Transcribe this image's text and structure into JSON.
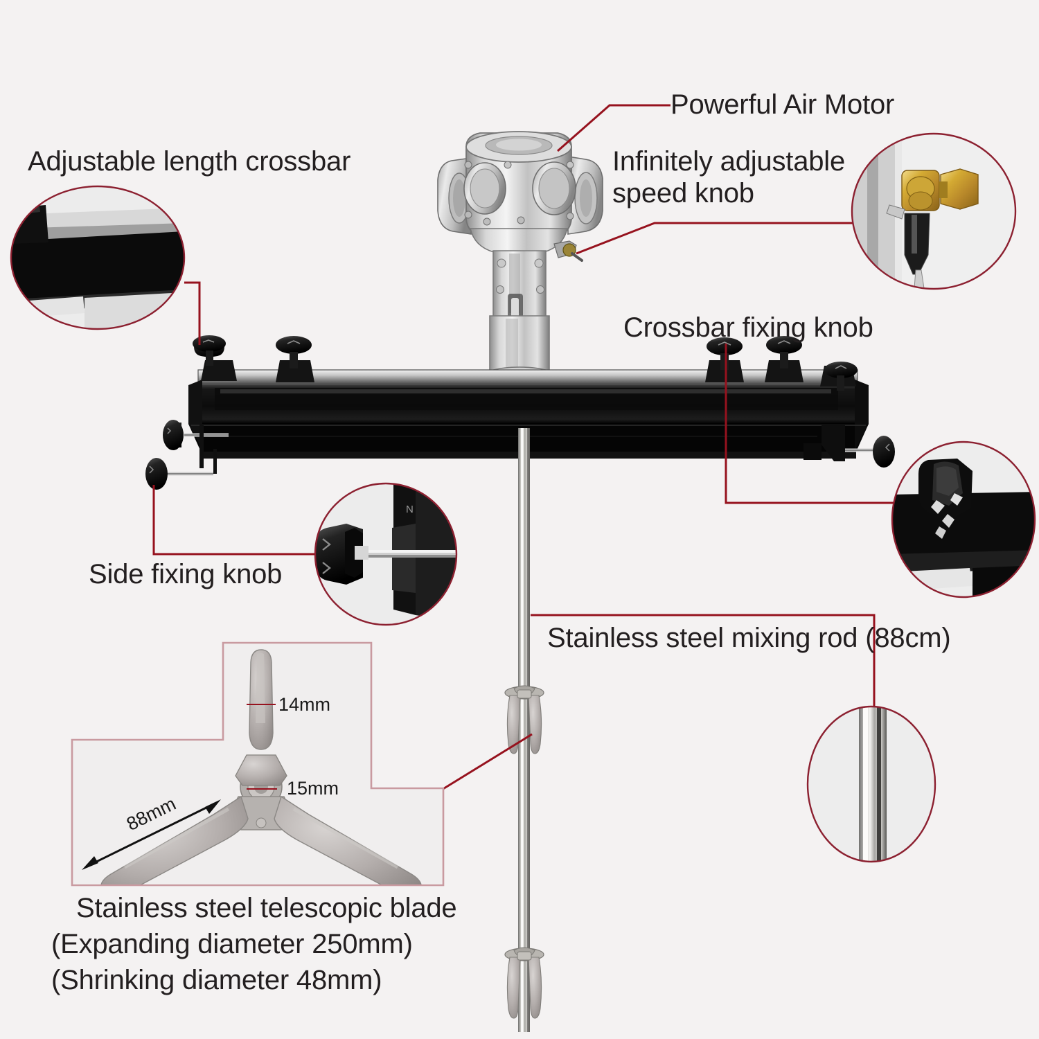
{
  "background_color": "#f4f2f2",
  "leader_color": "#96121e",
  "callout_border_color": "#c99aa0",
  "labels": {
    "adjustable_crossbar": "Adjustable length crossbar",
    "powerful_air_motor": "Powerful Air Motor",
    "speed_knob_line1": "Infinitely adjustable",
    "speed_knob_line2": "speed knob",
    "crossbar_fixing_knob": "Crossbar fixing knob",
    "side_fixing_knob": "Side fixing knob",
    "mixing_rod": "Stainless steel mixing rod (88cm)",
    "blade_line1": "Stainless steel telescopic blade",
    "blade_line2": "(Expanding diameter 250mm)",
    "blade_line3": "(Shrinking diameter 48mm)"
  },
  "dimensions": {
    "blade_width": "14mm",
    "hub_bore": "15mm",
    "blade_length": "88mm"
  },
  "callouts": [
    {
      "name": "crossbar-end-detail",
      "shape": "oval",
      "label_ref": "adjustable_crossbar"
    },
    {
      "name": "speed-knob-detail",
      "shape": "oval",
      "label_ref": "speed_knob_line1"
    },
    {
      "name": "side-fixing-knob-detail",
      "shape": "circle",
      "label_ref": "side_fixing_knob"
    },
    {
      "name": "crossbar-fixing-knob-detail",
      "shape": "oval",
      "label_ref": "crossbar_fixing_knob"
    },
    {
      "name": "mixing-rod-detail",
      "shape": "oval",
      "label_ref": "mixing_rod"
    },
    {
      "name": "telescopic-blade-detail",
      "shape": "cross-box",
      "label_ref": "blade_line1"
    }
  ],
  "product": {
    "name": "pneumatic-paint-mixer",
    "parts": [
      "air-motor",
      "speed-knob",
      "crossbar",
      "crossbar-fixing-knobs",
      "side-fixing-knobs",
      "mixing-rod",
      "telescopic-blades"
    ]
  }
}
